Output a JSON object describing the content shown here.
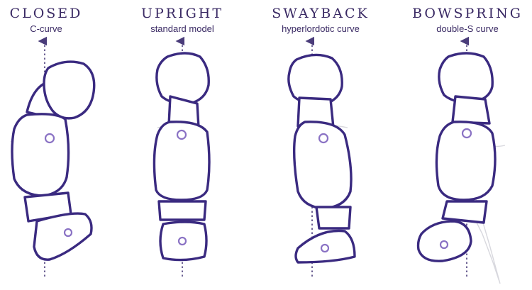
{
  "panels": [
    {
      "title": "CLOSED",
      "subtitle": "C-curve"
    },
    {
      "title": "UPRIGHT",
      "subtitle": "standard model"
    },
    {
      "title": "SWAYBACK",
      "subtitle": "hyperlordotic curve"
    },
    {
      "title": "BOWSPRING",
      "subtitle": "double-S curve"
    }
  ],
  "colors": {
    "outline": "#3a2a80",
    "joint": "#8a72c4",
    "text": "#3a2a64"
  }
}
